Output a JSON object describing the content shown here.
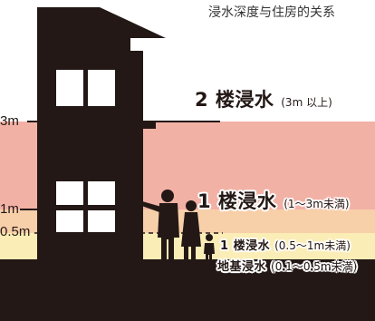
{
  "title": "浸水深度与住房的关系",
  "depth_markers": [
    {
      "label": "3m"
    },
    {
      "label": "1m"
    },
    {
      "label": "0.5m"
    }
  ],
  "levels": [
    {
      "main": "2 楼浸水",
      "sub": "(3m 以上)"
    },
    {
      "main": "1 楼浸水",
      "sub": "(1～3m未満)"
    },
    {
      "main": "1 楼浸水",
      "sub": "(0.5～1m未満)"
    },
    {
      "main": "地基浸水",
      "sub": "(0.1～0.5m未満)"
    }
  ],
  "colors": {
    "band_2f": "#f2b1a5",
    "band_1f": "#f7cfa9",
    "band_base": "#fbedb6",
    "silhouette": "#231815"
  }
}
